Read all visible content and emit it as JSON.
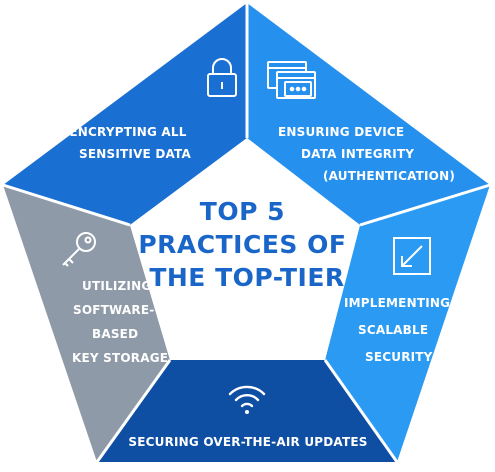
{
  "title": {
    "lines": [
      "TOP 5",
      "PRACTICES OF",
      "THE TOP-TIER"
    ],
    "color": "#1a66c8"
  },
  "segments": [
    {
      "icon": "padlock-icon",
      "lines": [
        "ENCRYPTING ALL",
        "SENSITIVE DATA"
      ],
      "color": "#1a6fd2"
    },
    {
      "icon": "browser-windows-icon",
      "lines": [
        "ENSURING DEVICE",
        "DATA INTEGRITY",
        "(AUTHENTICATION)"
      ],
      "color": "#2590ee"
    },
    {
      "icon": "expand-arrow-icon",
      "lines": [
        "IMPLEMENTING",
        "SCALABLE",
        "SECURITY"
      ],
      "color": "#2a9af3"
    },
    {
      "icon": "wifi-icon",
      "lines": [
        "SECURING OVER-THE-AIR UPDATES"
      ],
      "color": "#0e4fa3"
    },
    {
      "icon": "key-icon",
      "lines": [
        "UTILIZING",
        "SOFTWARE-",
        "BASED",
        "KEY STORAGE"
      ],
      "color": "#8f9aa8"
    }
  ]
}
